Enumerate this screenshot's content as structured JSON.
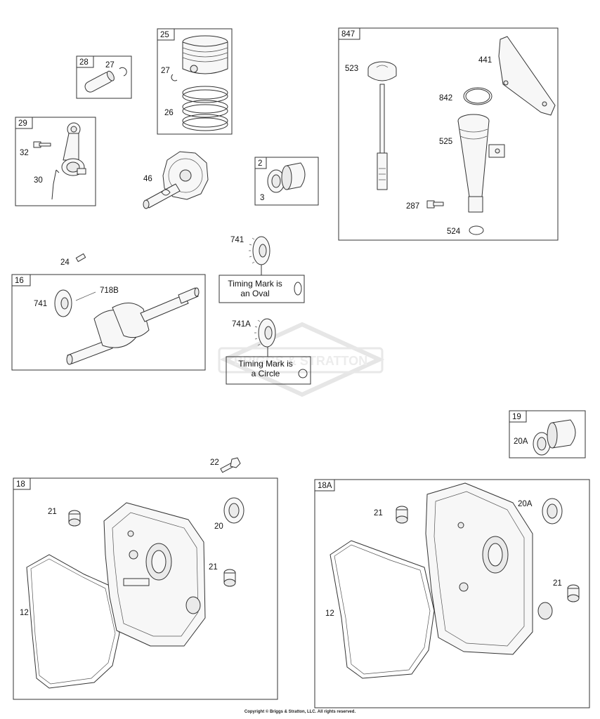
{
  "watermark": "BRIGGS & STRATTON",
  "copyright": "Copyright © Briggs & Stratton, LLC. All rights reserved.",
  "notes": {
    "oval": [
      "Timing Mark is",
      "an Oval"
    ],
    "circle": [
      "Timing Mark is",
      "a Circle"
    ]
  },
  "groups": {
    "g25": "25",
    "g28": "28",
    "g29": "29",
    "g847": "847",
    "g2": "2",
    "g16": "16",
    "g19": "19",
    "g18": "18",
    "g18a": "18A"
  },
  "callouts": {
    "c27a": "27",
    "c27b": "27",
    "c26": "26",
    "c32": "32",
    "c30": "30",
    "c46": "46",
    "c3": "3",
    "c523": "523",
    "c441": "441",
    "c842": "842",
    "c525": "525",
    "c287": "287",
    "c524": "524",
    "c741a": "741",
    "c24": "24",
    "c718b": "718B",
    "c741b": "741",
    "c741c": "741A",
    "c20a": "20A",
    "c22": "22",
    "c21a": "21",
    "c20": "20",
    "c21b": "21",
    "c12a": "12",
    "c21c": "21",
    "c20a2": "20A",
    "c21d": "21",
    "c12b": "12"
  }
}
